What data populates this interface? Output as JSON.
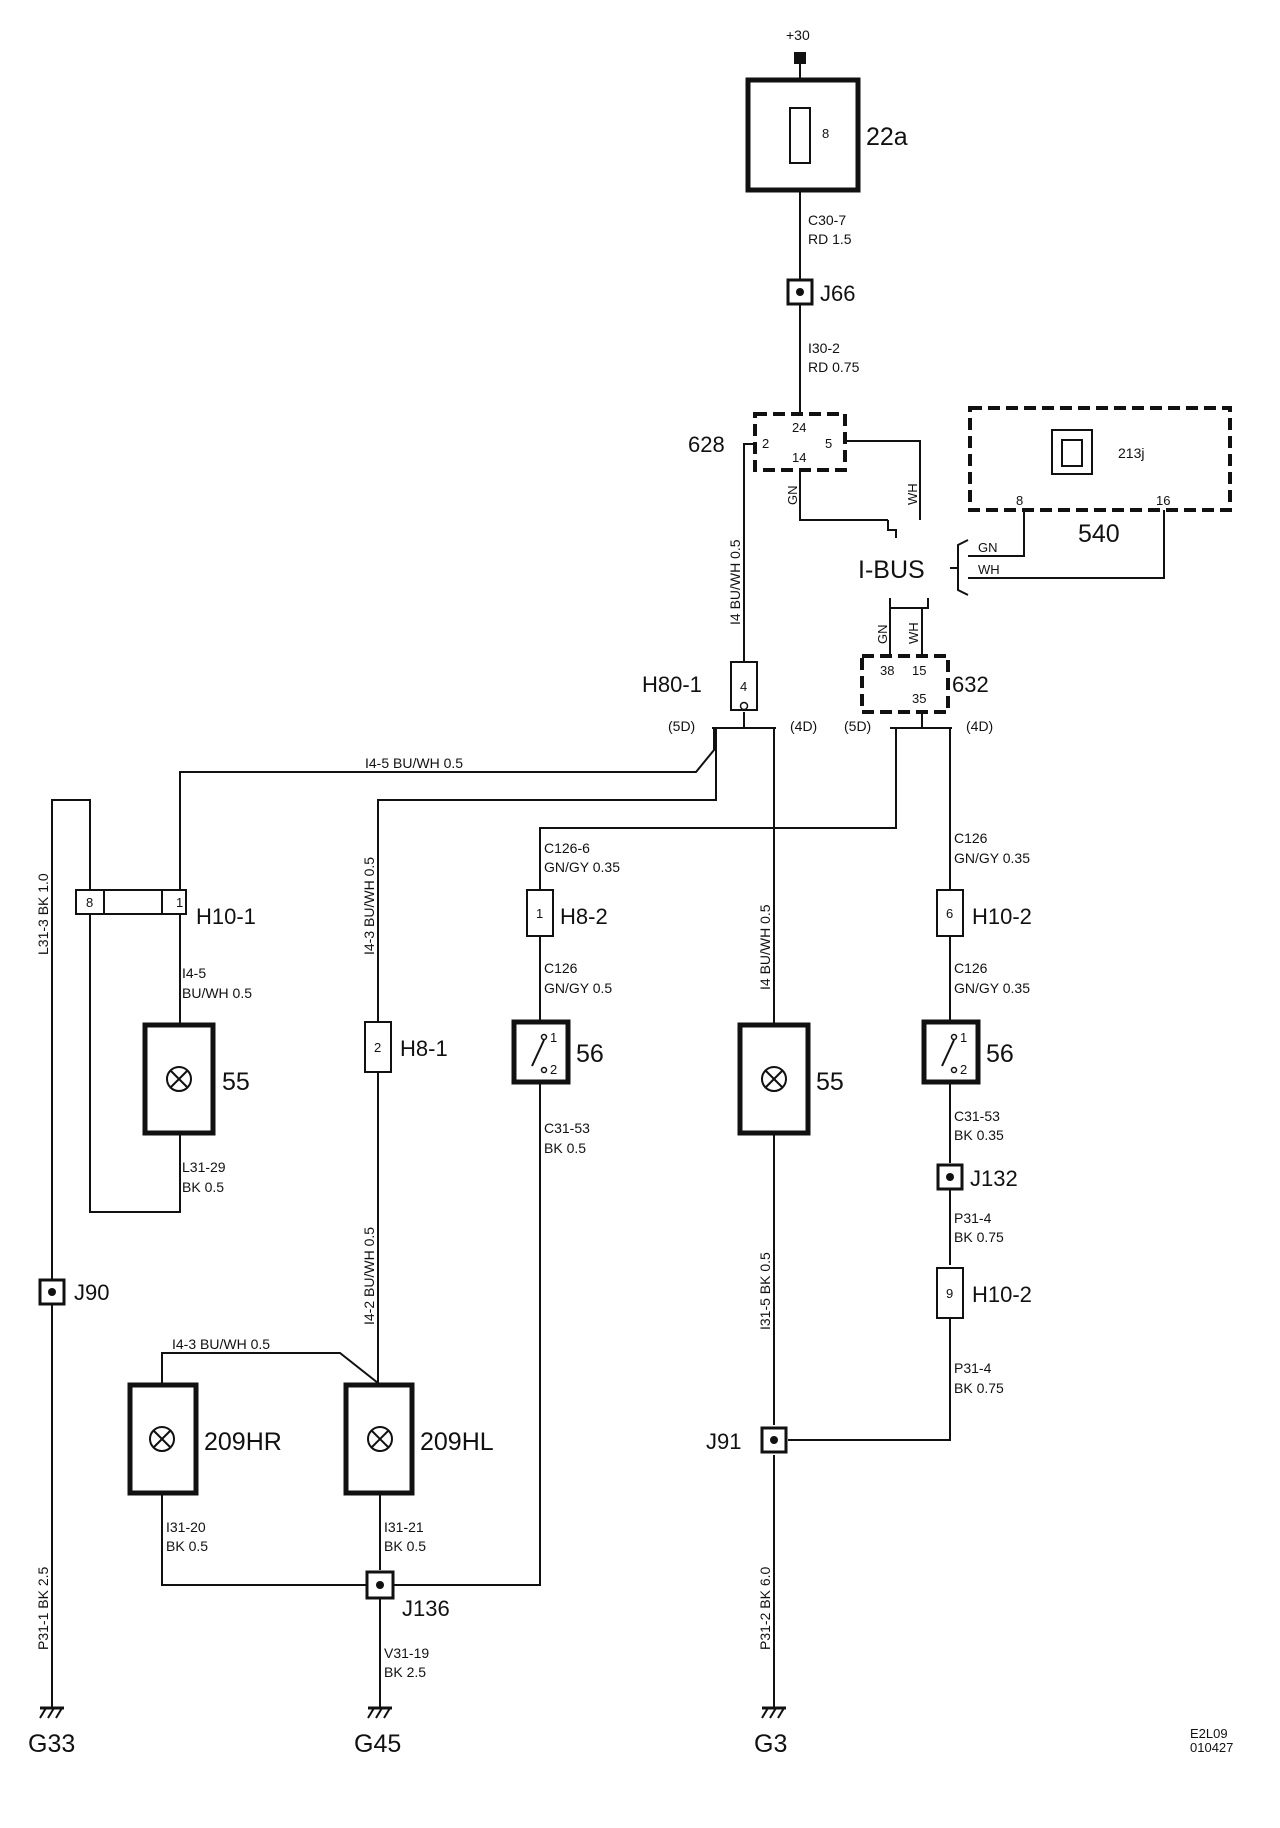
{
  "supply": "+30",
  "fuse": {
    "number": "8",
    "label": "22a"
  },
  "wires": {
    "c30_7": [
      "C30-7",
      "RD 1.5"
    ],
    "i30_2": [
      "I30-2",
      "RD 0.75"
    ],
    "i4_vert": "I4  BU/WH  0.5",
    "i4_5_horiz": "I4-5  BU/WH  0.5",
    "l31_3": "L31-3  BK  1.0",
    "i4_3_vert": "I4-3  BU/WH  0.5",
    "c126_6": [
      "C126-6",
      "GN/GY 0.35"
    ],
    "i4_center": "I4  BU/WH  0.5",
    "c126_right": [
      "C126",
      "GN/GY  0.35"
    ],
    "i4_5_lamp": [
      "I4-5",
      "BU/WH 0.5"
    ],
    "c126_h8": [
      "C126",
      "GN/GY 0.5"
    ],
    "c126_h10": [
      "C126",
      "GN/GY  0.35"
    ],
    "c31_53_left": [
      "C31-53",
      "BK  0.5"
    ],
    "c31_53_right": [
      "C31-53",
      "BK  0.35"
    ],
    "l31_29": [
      "L31-29",
      "BK 0.5"
    ],
    "i4_2_vert": "I4-2  BU/WH  0.5",
    "i31_5": "I31-5  BK  0.5",
    "p31_4_a": [
      "P31-4",
      "BK  0.75"
    ],
    "p31_4_b": [
      "P31-4",
      "BK  0.75"
    ],
    "i4_3_horiz": "I4-3  BU/WH  0.5",
    "i31_20": [
      "I31-20",
      "BK 0.5"
    ],
    "i31_21": [
      "I31-21",
      "BK 0.5"
    ],
    "v31_19": [
      "V31-19",
      "BK  2.5"
    ],
    "p31_1": "P31-1  BK  2.5",
    "p31_2": "P31-2  BK  6.0",
    "gn": "GN",
    "wh": "WH"
  },
  "splices": {
    "j66": "J66",
    "j90": "J90",
    "j91": "J91",
    "j132": "J132",
    "j136": "J136"
  },
  "modules": {
    "m628": {
      "label": "628",
      "pins": [
        "2",
        "24",
        "14",
        "5"
      ]
    },
    "m632": {
      "label": "632",
      "pins": [
        "38",
        "15",
        "35"
      ]
    },
    "m540": {
      "label": "540",
      "sub": "213j",
      "pins": [
        "8",
        "16"
      ]
    }
  },
  "ibus": "I-BUS",
  "variants": {
    "five_door": "(5D)",
    "four_door": "(4D)"
  },
  "connectors": {
    "h80_1": {
      "label": "H80-1",
      "pin": "4"
    },
    "h10_1": {
      "label": "H10-1",
      "pins": [
        "8",
        "1"
      ]
    },
    "h8_2": {
      "label": "H8-2",
      "pin": "1"
    },
    "h10_2a": {
      "label": "H10-2",
      "pin": "6"
    },
    "h8_1": {
      "label": "H8-1",
      "pin": "2"
    },
    "h10_2b": {
      "label": "H10-2",
      "pin": "9"
    }
  },
  "components": {
    "lamp55_left": "55",
    "lamp55_center": "55",
    "switch56_left": {
      "label": "56",
      "pins": [
        "1",
        "2"
      ]
    },
    "switch56_right": {
      "label": "56",
      "pins": [
        "1",
        "2"
      ]
    },
    "lamp209hr": "209HR",
    "lamp209hl": "209HL"
  },
  "grounds": {
    "g33": "G33",
    "g45": "G45",
    "g3": "G3"
  },
  "drawing_code": [
    "E2L09",
    "010427"
  ]
}
